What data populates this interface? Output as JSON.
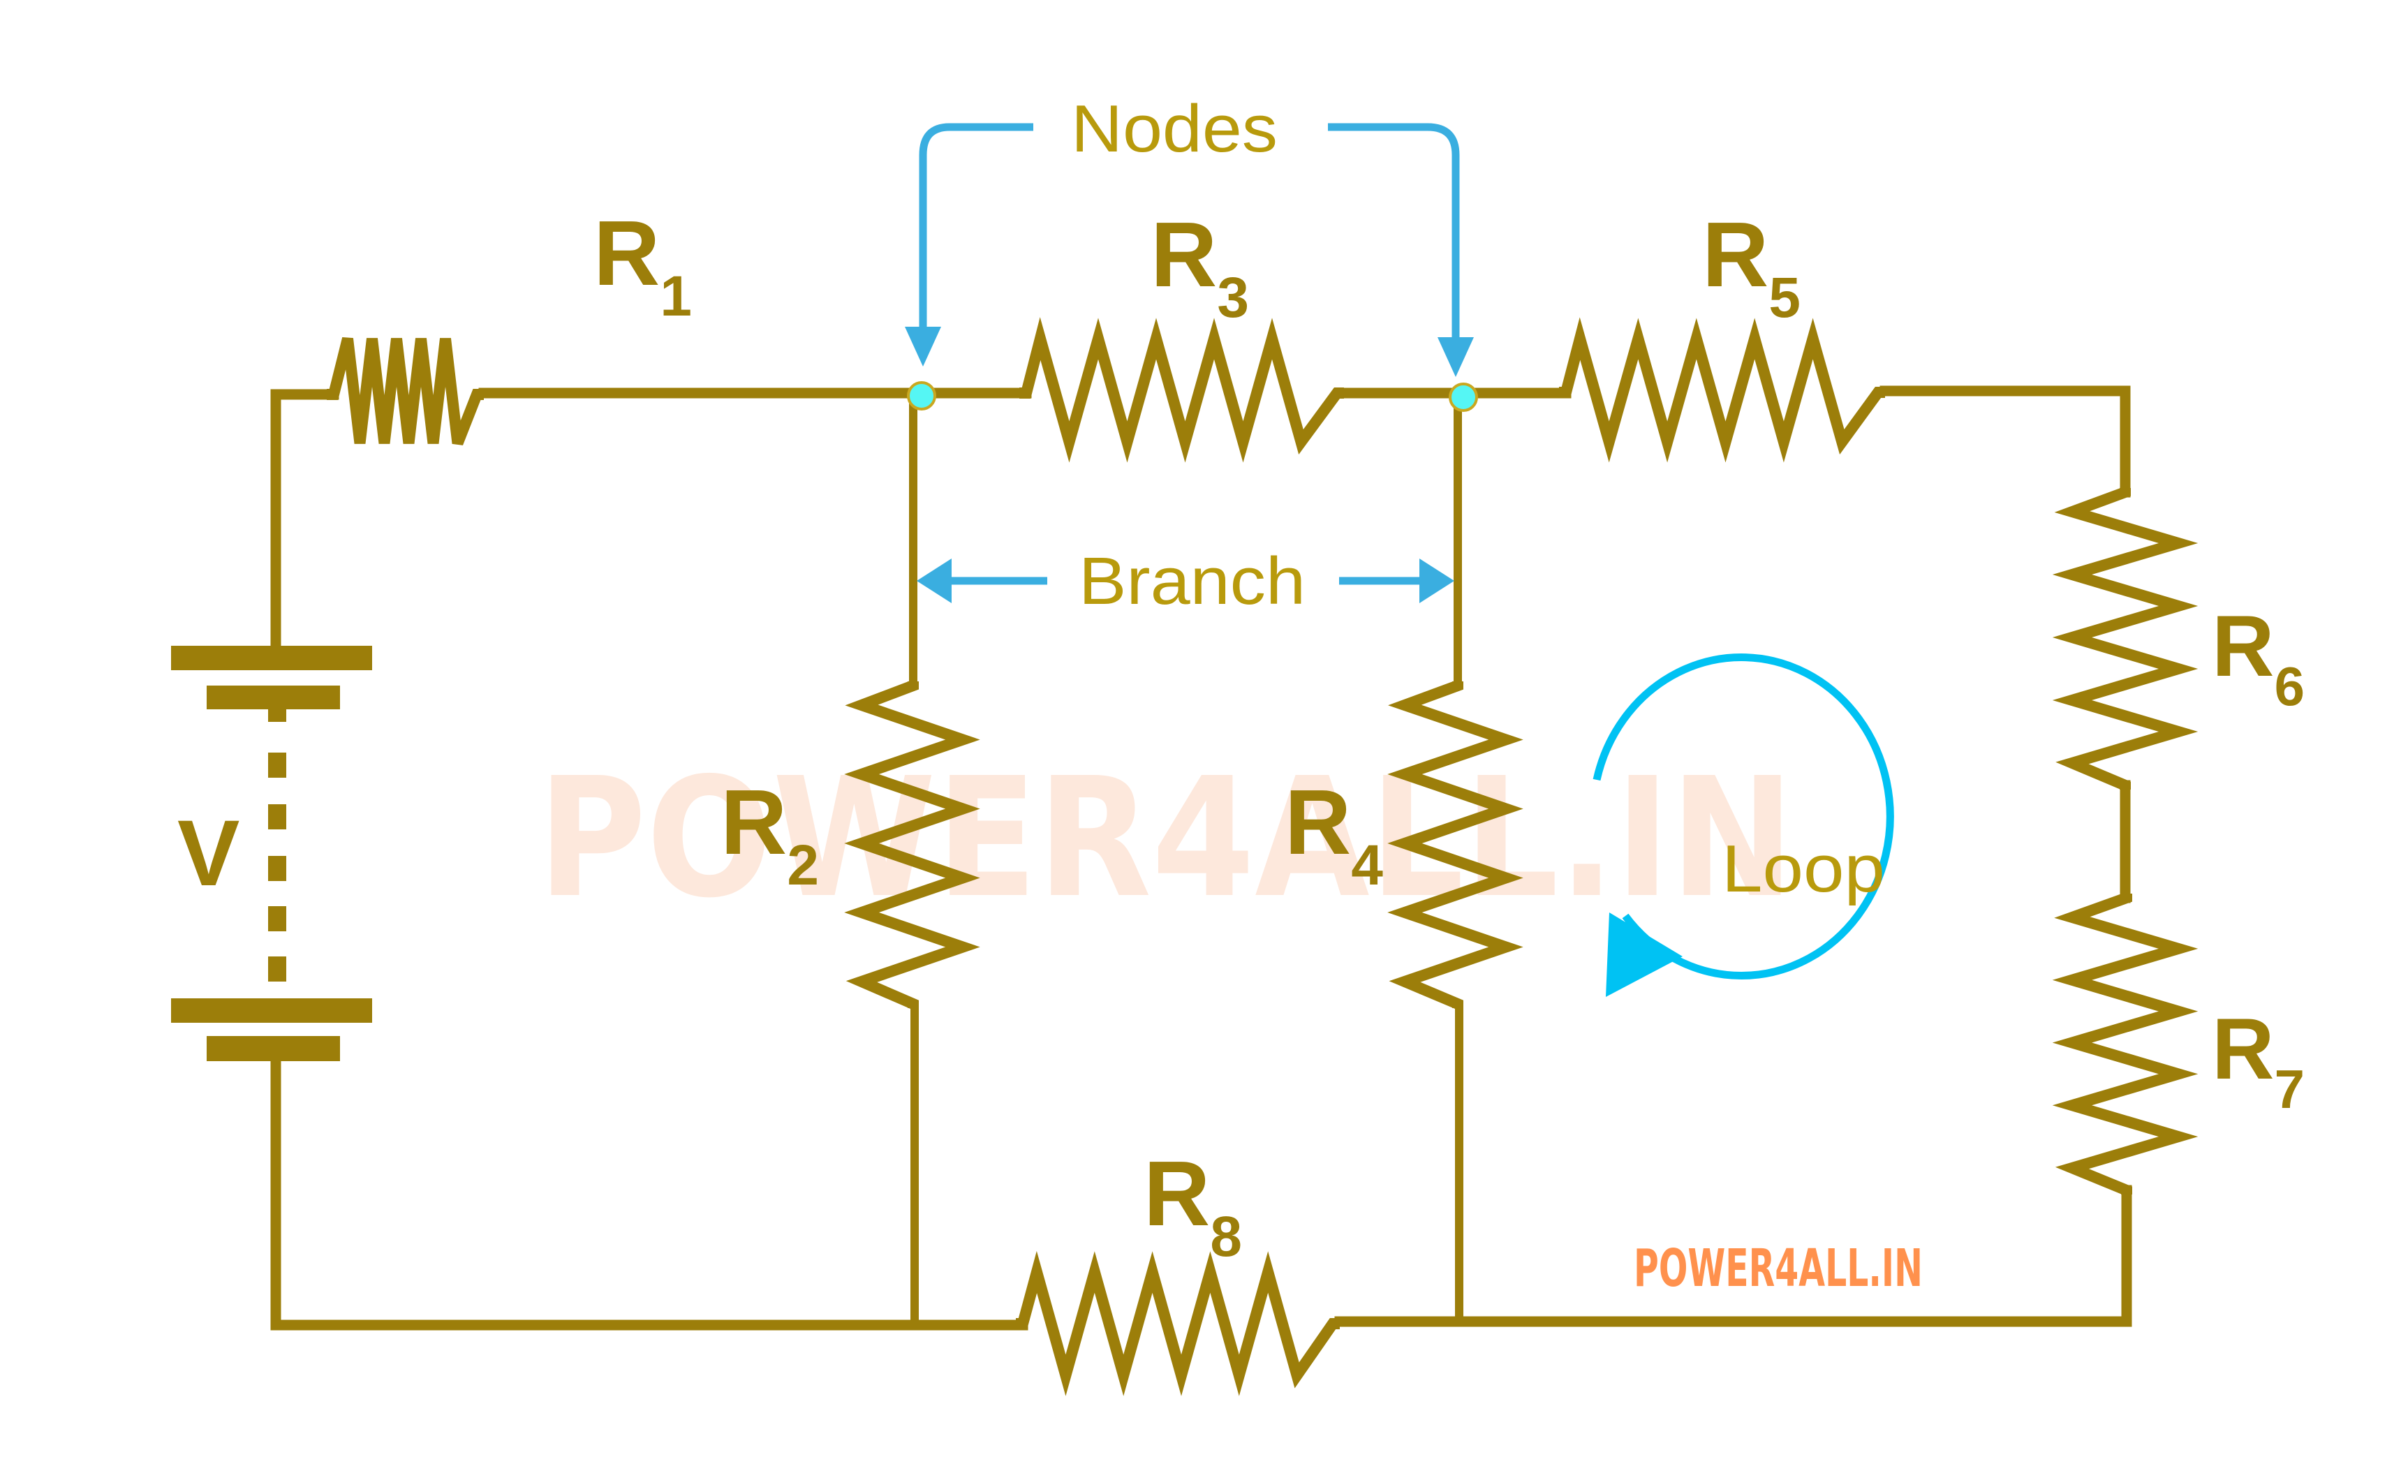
{
  "diagram": {
    "title": "Circuit with nodes, branch and loop",
    "watermark": "POWER4ALL.IN",
    "brand_label": "POWER4ALL.IN",
    "annotations": {
      "nodes": "Nodes",
      "branch": "Branch",
      "loop": "Loop"
    },
    "source": {
      "label": "V",
      "type": "battery"
    },
    "resistors": [
      {
        "id": "R1",
        "letter": "R",
        "sub": "1"
      },
      {
        "id": "R2",
        "letter": "R",
        "sub": "2"
      },
      {
        "id": "R3",
        "letter": "R",
        "sub": "3"
      },
      {
        "id": "R4",
        "letter": "R",
        "sub": "4"
      },
      {
        "id": "R5",
        "letter": "R",
        "sub": "5"
      },
      {
        "id": "R6",
        "letter": "R",
        "sub": "6"
      },
      {
        "id": "R7",
        "letter": "R",
        "sub": "7"
      },
      {
        "id": "R8",
        "letter": "R",
        "sub": "8"
      }
    ],
    "colors": {
      "wire": "#9C7E0A",
      "annotation_arrow": "#3AAEE0",
      "loop_arrow": "#00C2F3",
      "node_dot": "#55F6F4",
      "brand": "#FF914D",
      "watermark": "#FDE8DC"
    }
  }
}
